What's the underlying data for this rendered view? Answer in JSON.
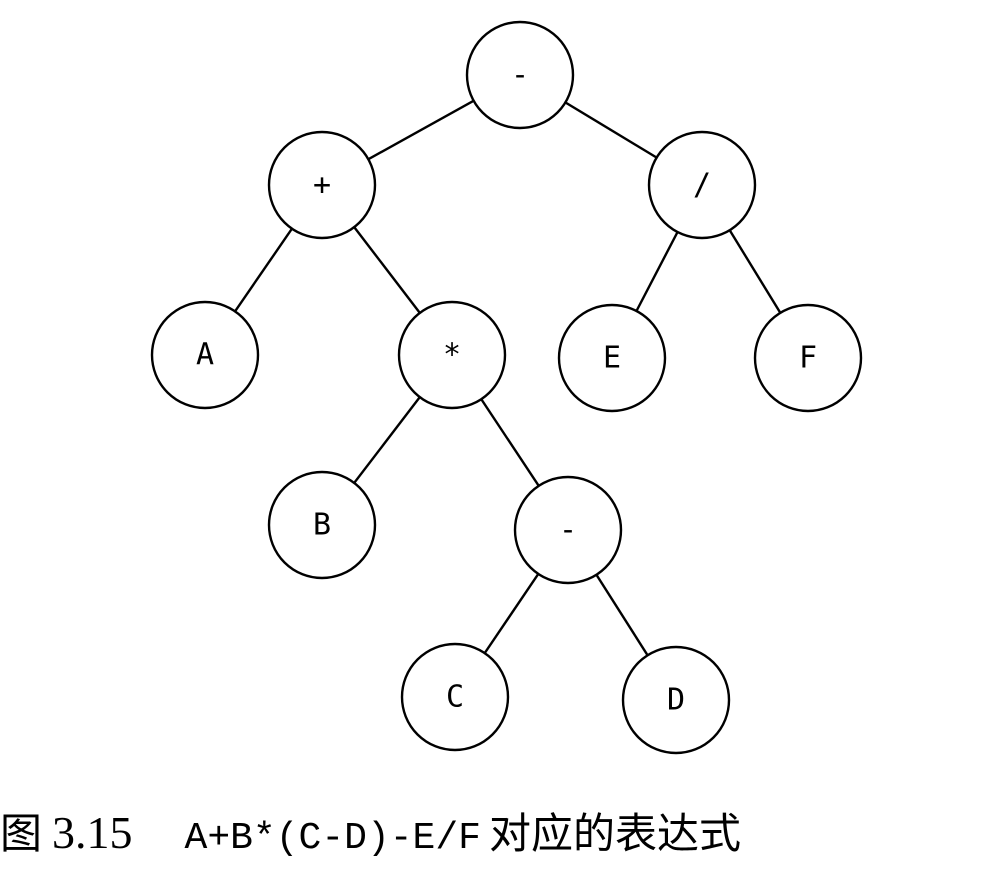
{
  "tree": {
    "nodes": [
      {
        "id": "root-minus",
        "label": "-"
      },
      {
        "id": "plus",
        "label": "+"
      },
      {
        "id": "divide",
        "label": "/"
      },
      {
        "id": "a",
        "label": "A"
      },
      {
        "id": "times",
        "label": "*"
      },
      {
        "id": "e",
        "label": "E"
      },
      {
        "id": "f",
        "label": "F"
      },
      {
        "id": "b",
        "label": "B"
      },
      {
        "id": "inner-minus",
        "label": "-"
      },
      {
        "id": "c",
        "label": "C"
      },
      {
        "id": "d",
        "label": "D"
      }
    ],
    "edges": [
      [
        "root-minus",
        "plus"
      ],
      [
        "root-minus",
        "divide"
      ],
      [
        "plus",
        "a"
      ],
      [
        "plus",
        "times"
      ],
      [
        "times",
        "b"
      ],
      [
        "times",
        "inner-minus"
      ],
      [
        "inner-minus",
        "c"
      ],
      [
        "inner-minus",
        "d"
      ],
      [
        "divide",
        "e"
      ],
      [
        "divide",
        "f"
      ]
    ]
  },
  "caption": {
    "figure_word": "图",
    "figure_number": "3.15",
    "expression": "A+B*(C-D)-E/F",
    "description": "对应的表达式"
  }
}
